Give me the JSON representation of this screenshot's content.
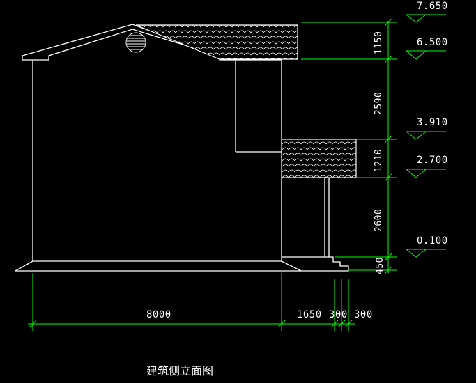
{
  "drawing": {
    "title": "建筑侧立面图",
    "elevations": [
      "7.650",
      "6.500",
      "3.910",
      "2.700",
      "0.100"
    ],
    "vertical_dims": [
      "1150",
      "2590",
      "1210",
      "2600",
      "450"
    ],
    "horizontal_dims": [
      "8000",
      "1650",
      "300",
      "300"
    ],
    "colors": {
      "background": "#000000",
      "outline": "#ffffff",
      "dimension": "#00ff00",
      "text": "#ffffff"
    }
  }
}
